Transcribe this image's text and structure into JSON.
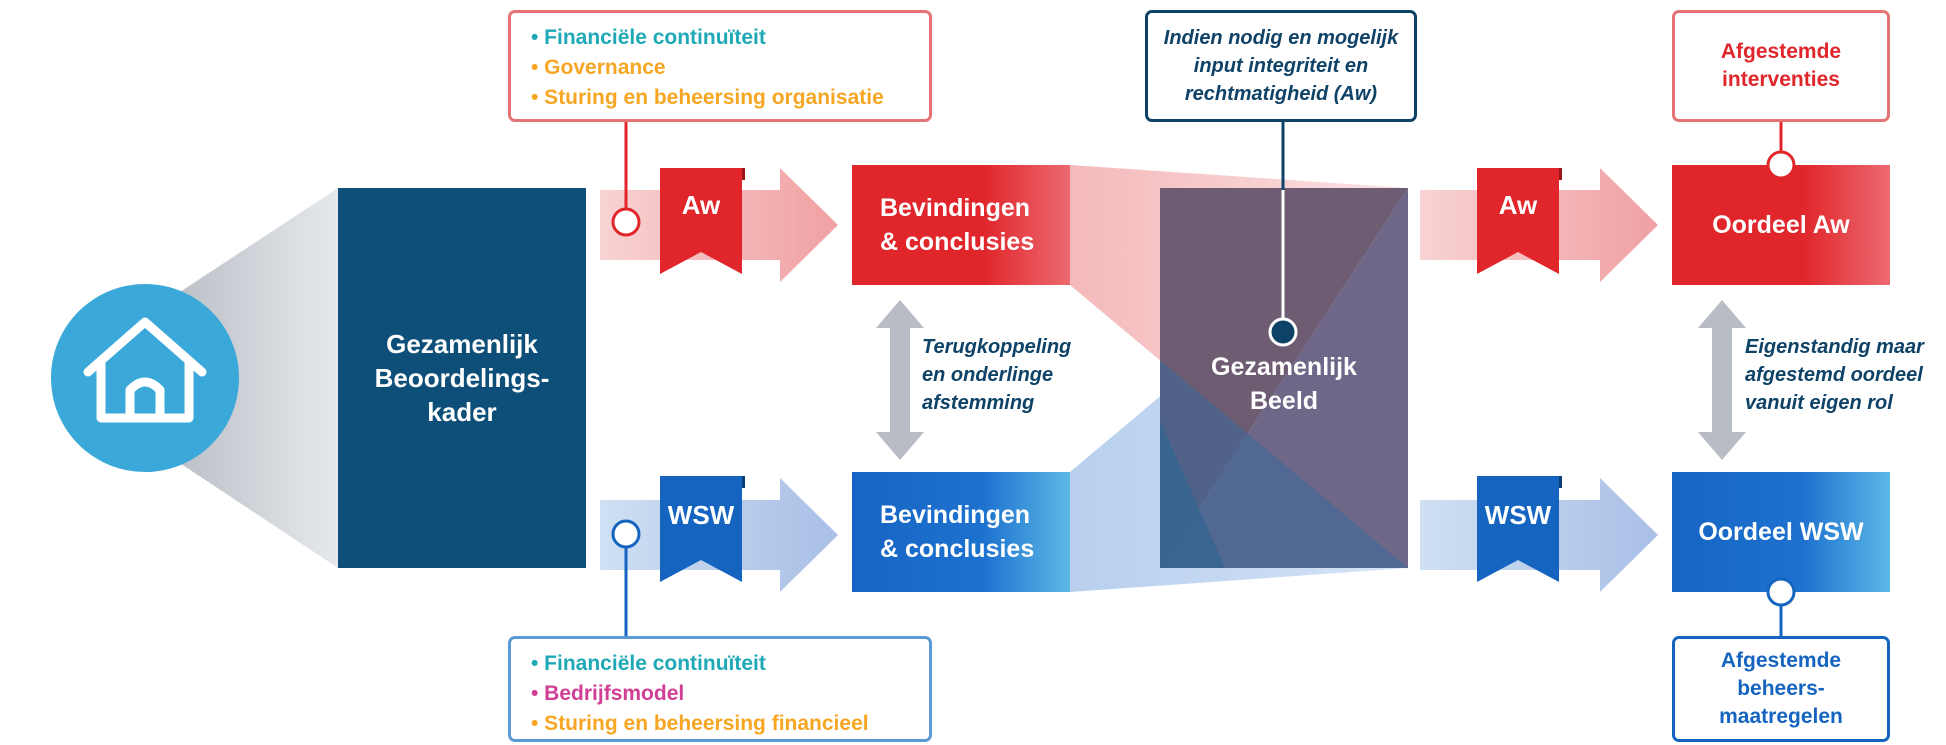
{
  "framework": {
    "title": "Gezamenlijk Beoordelingskader",
    "line1": "Gezamenlijk",
    "line2": "Beoordelings-",
    "line3": "kader"
  },
  "top_callout": {
    "items": [
      {
        "text": "• Financiële continuïteit",
        "color": "#1fa9b7"
      },
      {
        "text": "• Governance",
        "color": "#f6a623"
      },
      {
        "text": "• Sturing en beheersing organisatie",
        "color": "#f6a623"
      }
    ]
  },
  "bottom_callout": {
    "items": [
      {
        "text": "• Financiële continuïteit",
        "color": "#1fa9b7"
      },
      {
        "text": "• Bedrijfsmodel",
        "color": "#d13f95"
      },
      {
        "text": "• Sturing en beheersing financieel",
        "color": "#f6a623"
      }
    ]
  },
  "ribbons": {
    "aw": "Aw",
    "wsw": "WSW"
  },
  "findings": {
    "line1": "Bevindingen",
    "line2": "& conclusies"
  },
  "feedback": {
    "line1": "Terugkoppeling",
    "line2": "en onderlinge",
    "line3": "afstemming"
  },
  "shared_view": {
    "line1": "Gezamenlijk",
    "line2": "Beeld"
  },
  "input_callout": {
    "line1": "Indien nodig en mogelijk",
    "line2": "input integriteit en",
    "line3": "rechtmatigheid (Aw)"
  },
  "judgement_aw": "Oordeel Aw",
  "judgement_wsw": "Oordeel WSW",
  "own_judgement": {
    "line1": "Eigenstandig maar",
    "line2": "afgestemd oordeel",
    "line3": "vanuit eigen rol"
  },
  "interventions": {
    "line1": "Afgestemde",
    "line2": "interventies"
  },
  "measures": {
    "line1": "Afgestemde",
    "line2": "beheers-",
    "line3": "maatregelen"
  },
  "colors": {
    "aw_red": "#e0262b",
    "wsw_blue": "#1565c0",
    "navy": "#0d4f78",
    "house_blue": "#3aa8d8",
    "overlap_purple": "#6e6787",
    "grey_arrow": "#b8bcc4"
  }
}
